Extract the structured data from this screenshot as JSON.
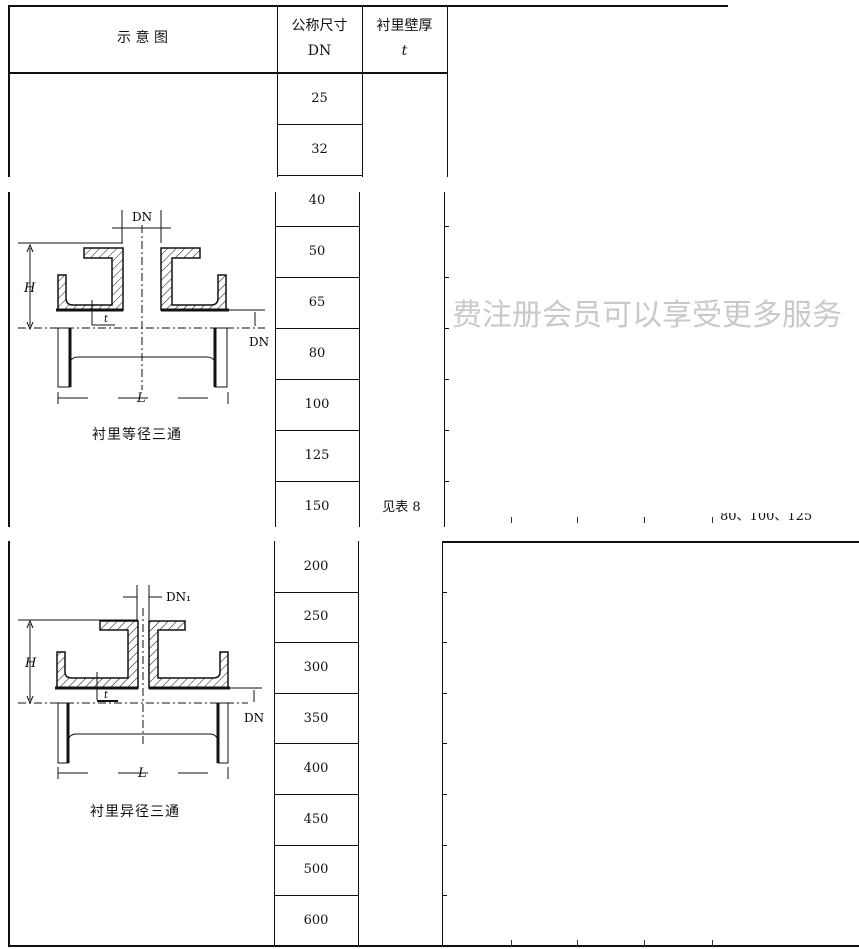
{
  "header": {
    "col_diagram": "示 意 图",
    "col_dn_line1": "公称尺寸",
    "col_dn_line2": "DN",
    "col_t_line1": "衬里壁厚",
    "col_t_line2": "t"
  },
  "section1": {
    "dn_values": [
      "25",
      "32"
    ]
  },
  "section2": {
    "caption": "衬里等径三通",
    "dn_values": [
      "40",
      "50",
      "65",
      "80",
      "100",
      "125",
      "150"
    ],
    "thickness_note": "见表 8",
    "diagram_labels": {
      "top": "DN",
      "side": "DN",
      "height": "H",
      "length": "L",
      "thickness": "t"
    }
  },
  "section3": {
    "caption": "衬里异径三通",
    "dn_values": [
      "200",
      "250",
      "300",
      "350",
      "400",
      "450",
      "500",
      "600"
    ],
    "diagram_labels": {
      "top": "DN₁",
      "side": "DN",
      "height": "H",
      "length": "L",
      "thickness": "t"
    }
  },
  "cutoff_text": "80、100、125",
  "watermark": "费注册会员可以享受更多服务"
}
